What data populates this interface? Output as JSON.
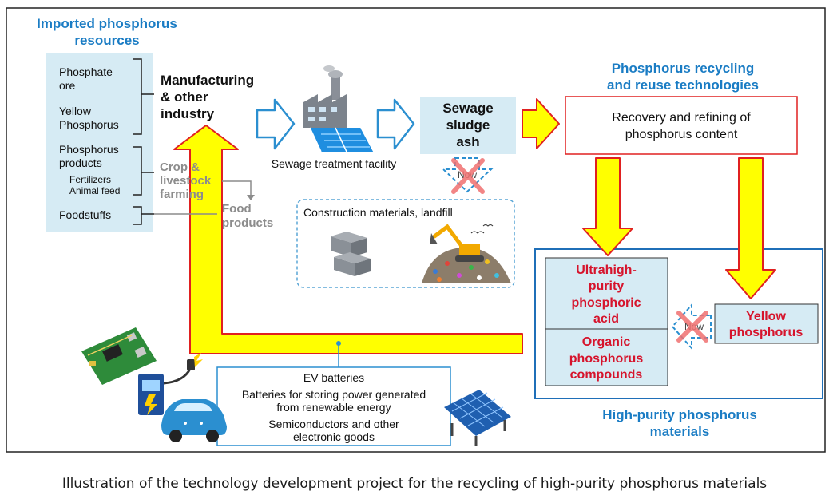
{
  "imported": {
    "title1": "Imported phosphorus",
    "title2": "resources",
    "items": [
      {
        "l1": "Phosphate",
        "l2": "ore"
      },
      {
        "l1": "Yellow",
        "l2": "Phosphorus"
      },
      {
        "l1": "Phosphorus",
        "l2": "products"
      }
    ],
    "sub1": "Fertilizers",
    "sub2": "Animal feed",
    "food": "Foodstuffs"
  },
  "manufacturing": {
    "l1": "Manufacturing",
    "l2": "& other",
    "l3": "industry"
  },
  "crop": {
    "l1": "Crop &",
    "l2": "livestock",
    "l3": "farming"
  },
  "food_products": {
    "l1": "Food",
    "l2": "products"
  },
  "sewage_facility": "Sewage treatment facility",
  "ash": {
    "l1": "Sewage",
    "l2": "sludge",
    "l3": "ash"
  },
  "now_label": "Now",
  "construction": "Construction materials, landfill",
  "recycling": {
    "title1": "Phosphorus recycling",
    "title2": "and reuse technologies",
    "box1": "Recovery and refining of",
    "box2": "phosphorus content"
  },
  "high_purity": {
    "acid": [
      "Ultrahigh-",
      "purity",
      "phosphoric",
      "acid"
    ],
    "organic": [
      "Organic",
      "phosphorus",
      "compounds"
    ],
    "yellow": [
      "Yellow",
      "phosphorus"
    ],
    "title1": "High-purity phosphorus",
    "title2": "materials"
  },
  "applications": {
    "ev": "EV batteries",
    "bat1": "Batteries for storing power generated",
    "bat2": "from renewable energy",
    "semi1": "Semiconductors and other",
    "semi2": "electronic goods"
  },
  "caption": "Illustration of the technology development project for the recycling of high-purity phosphorus materials",
  "colors": {
    "blue_title": "#1a7cc4",
    "red_text": "#d6142c",
    "yellow": "#ffff00",
    "light_blue_box": "#d6ebf4",
    "frame_blue": "#1f6fb8"
  }
}
